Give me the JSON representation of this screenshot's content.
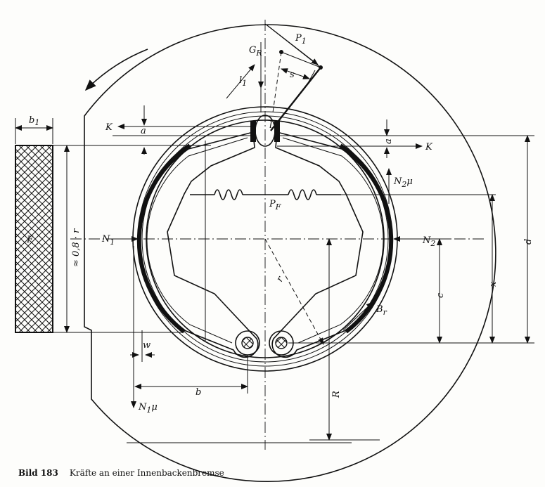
{
  "caption": {
    "number": "Bild 183",
    "text": "Kräfte an einer Innenbackenbremse"
  },
  "labels": {
    "b1": "b",
    "b1_sub": "1",
    "F": "F",
    "r08": "≈ 0,8 · r",
    "K_left": "K",
    "K_right": "K",
    "a_left": "a",
    "a_right": "a",
    "GR": "G",
    "GR_sub": "R",
    "P1": "P",
    "P1_sub": "1",
    "l1": "l",
    "l1_sub": "1",
    "s": "s",
    "l": "l",
    "N1": "N",
    "N1_sub": "1",
    "N2": "N",
    "N2_sub": "2",
    "N2mu": "N",
    "N2mu_sub": "2",
    "N2mu_mu": "μ",
    "N1mu": "N",
    "N1mu_sub": "1",
    "N1mu_mu": "μ",
    "PF": "P",
    "PF_sub": "F",
    "r": "r",
    "Br": "B",
    "Br_sub": "r",
    "c": "c",
    "x": "x",
    "d": "d",
    "w": "w",
    "b": "b",
    "R": "R"
  }
}
